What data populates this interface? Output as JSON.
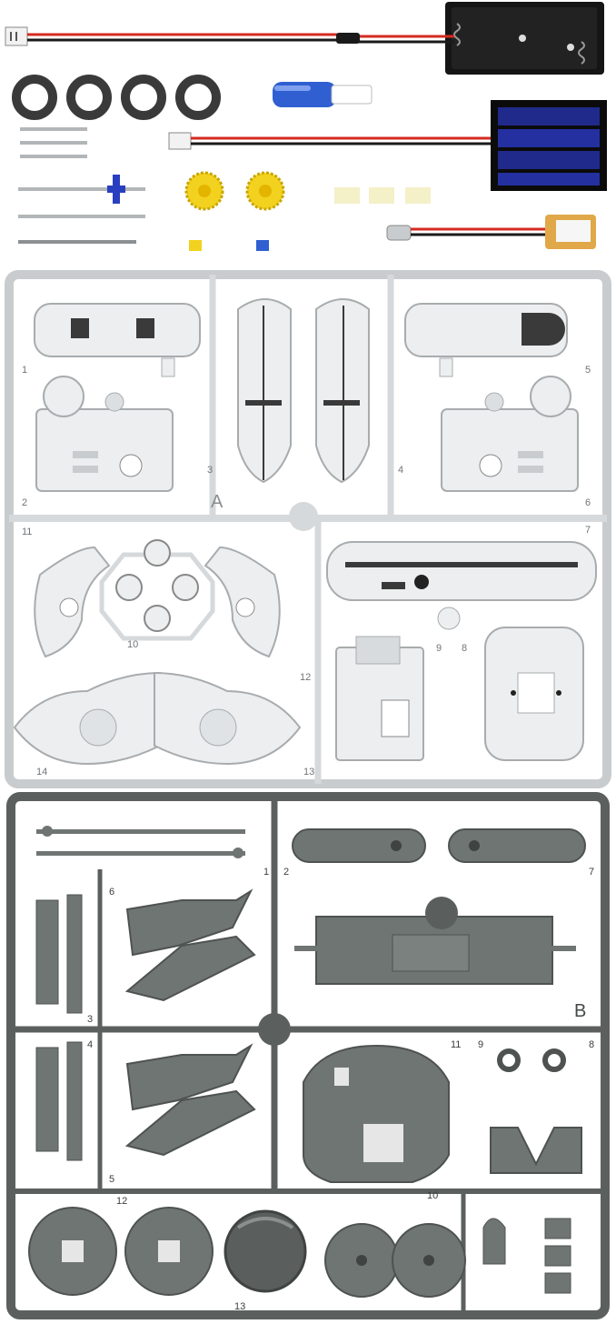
{
  "scene": {
    "description_labels": {
      "sprue_a_letter": "A",
      "sprue_b_letter": "B"
    },
    "sprue_a_numbers": [
      "1",
      "2",
      "3",
      "4",
      "5",
      "6",
      "7",
      "8",
      "9",
      "10",
      "11",
      "12",
      "13",
      "14"
    ],
    "sprue_b_numbers": [
      "1",
      "2",
      "3",
      "4",
      "5",
      "6",
      "7",
      "8",
      "9",
      "10",
      "11",
      "12",
      "13"
    ],
    "colors": {
      "sprue_a": "#e9ebec",
      "sprue_a_edge": "#b9bdc0",
      "sprue_b": "#6f7572",
      "sprue_b_edge": "#4e5351",
      "wire_red": "#d42a20",
      "wire_black": "#1a1a1a",
      "gear_yellow": "#f2d21e",
      "solar_blue": "#1f2a8a",
      "battery_black": "#141414",
      "motor_blue": "#2f5fd0"
    }
  }
}
